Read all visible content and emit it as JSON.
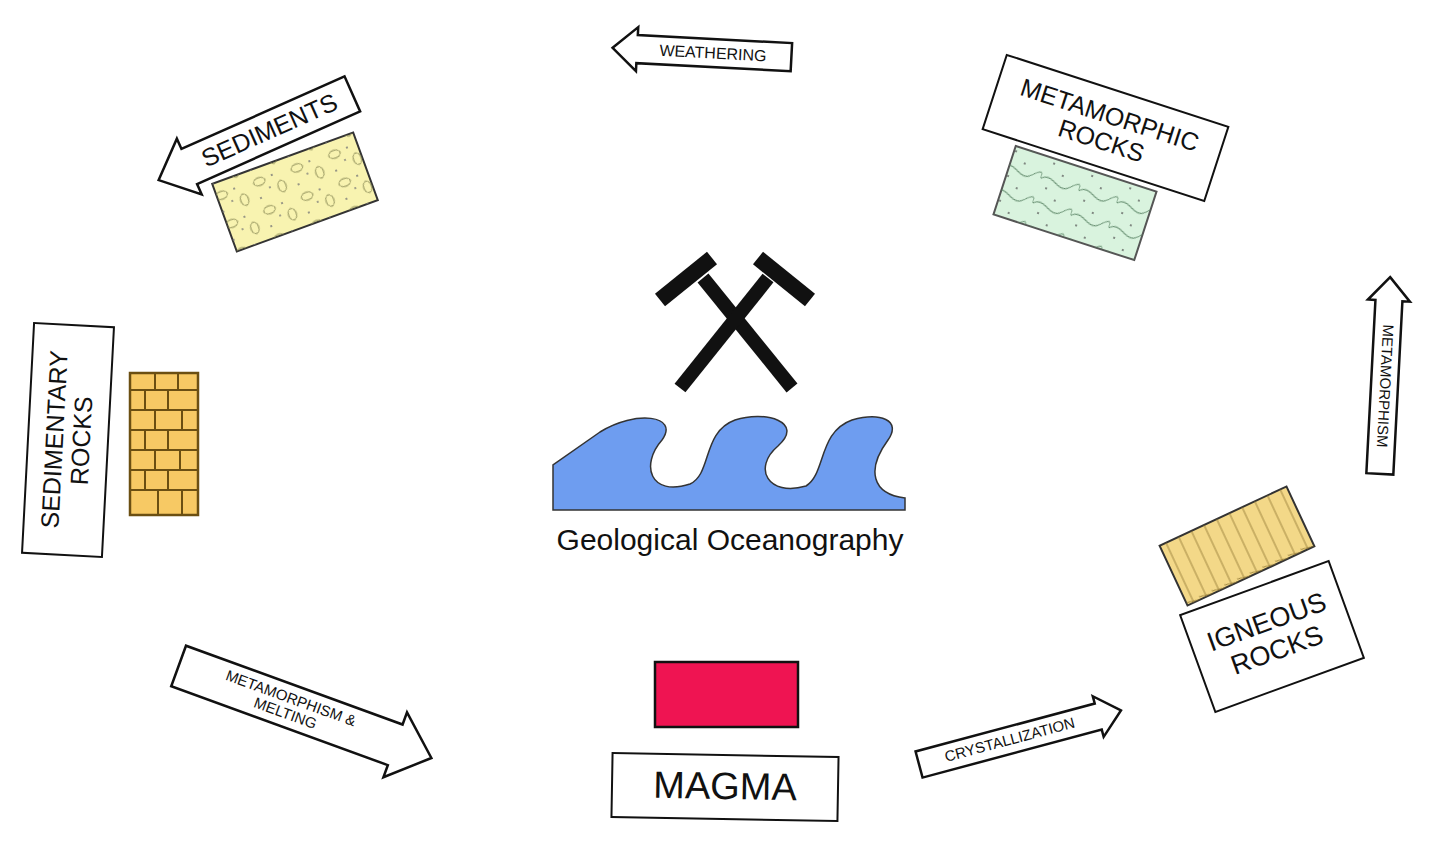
{
  "diagram": {
    "nodes": [
      {
        "text": [
          "WEATHERING"
        ]
      },
      {
        "text": [
          "METAMORPHIC ROCKS"
        ]
      },
      {
        "text": [
          "SEDIMENTS"
        ]
      },
      {
        "text": [
          "SEDIMENTARY ROCKS"
        ]
      },
      {
        "text": [
          "METAMORPHISM"
        ]
      },
      {
        "text": [
          "IGNEOUS ROCKS"
        ]
      },
      {
        "text": [
          "METAMORPHISM & MELTING"
        ]
      },
      {
        "text": [
          "CRYSTALLIZATION"
        ]
      },
      {
        "text": [
          "MAGMA"
        ]
      }
    ],
    "labels": [
      "Geological Oceanography"
    ]
  }
}
